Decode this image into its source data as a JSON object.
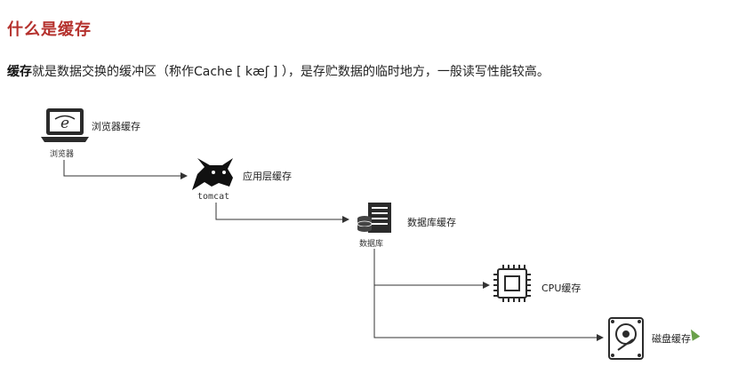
{
  "heading": "什么是缓存",
  "description": {
    "bold": "缓存",
    "rest": "就是数据交换的缓冲区（称作Cache [ kæʃ ] ），是存贮数据的临时地方，一般读写性能较高。"
  },
  "nodes": [
    {
      "id": "browser",
      "icon": "laptop-browser-icon",
      "sublabel": "浏览器",
      "label": "浏览器缓存"
    },
    {
      "id": "tomcat",
      "icon": "tomcat-cat-icon",
      "sublabel": "tomcat",
      "label": "应用层缓存"
    },
    {
      "id": "database",
      "icon": "database-server-icon",
      "sublabel": "数据库",
      "label": "数据库缓存"
    },
    {
      "id": "cpu",
      "icon": "cpu-chip-icon",
      "sublabel": "",
      "label": "CPU缓存"
    },
    {
      "id": "disk",
      "icon": "hard-disk-icon",
      "sublabel": "",
      "label": "磁盘缓存"
    }
  ],
  "colors": {
    "heading": "#b5312d",
    "line": "#333333"
  }
}
